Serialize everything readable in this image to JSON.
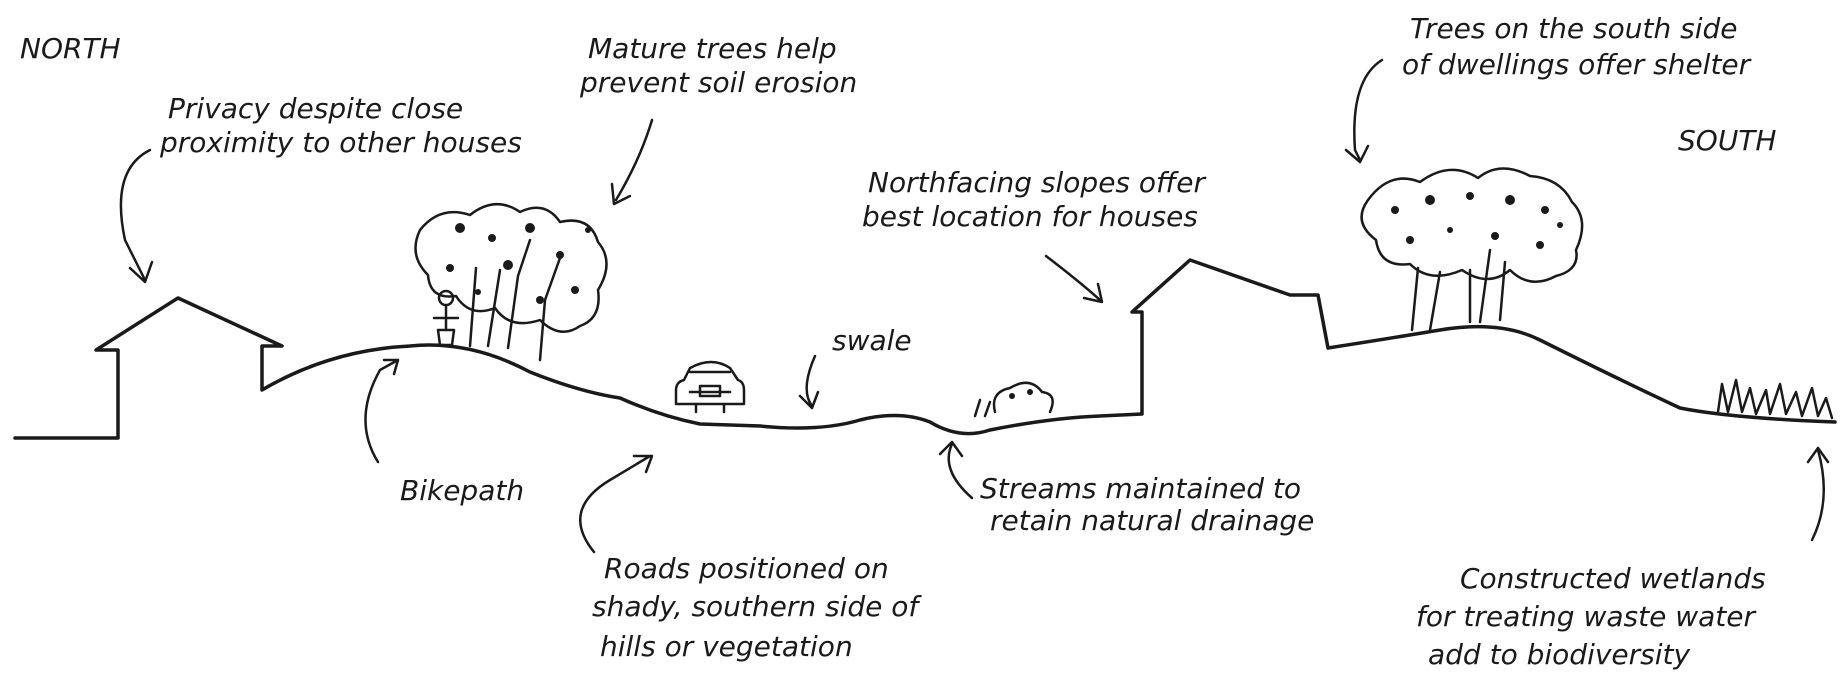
{
  "labels": {
    "north": "NORTH",
    "south": "SOUTH",
    "privacy": [
      "Privacy despite close",
      "proximity to other houses"
    ],
    "mature_trees": [
      "Mature trees help",
      "prevent soil erosion"
    ],
    "trees_south": [
      "Trees on the south side",
      "of dwellings offer shelter"
    ],
    "north_facing": [
      "Northfacing slopes offer",
      "best location for houses"
    ],
    "swale": "swale",
    "bikepath": "Bikepath",
    "roads": [
      "Roads positioned on",
      "shady, southern side of",
      "hills or vegetation"
    ],
    "streams": [
      "Streams maintained to",
      "retain natural drainage"
    ],
    "wetlands": [
      "Constructed wetlands",
      "for treating waste water",
      "add to biodiversity"
    ]
  }
}
